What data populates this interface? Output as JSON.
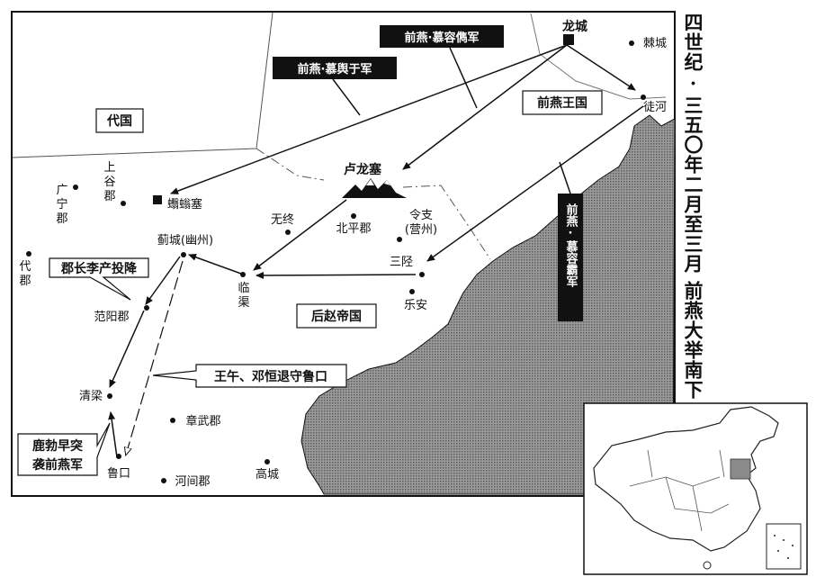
{
  "side_title": {
    "line1": "四世纪·三五〇年二月至三月",
    "line2": "前燕大举南下"
  },
  "regions": {
    "dai": "代国",
    "qianyan": "前燕王国",
    "houzhao": "后赵帝国"
  },
  "places": {
    "longcheng": "龙城",
    "jicheng": "棘城",
    "tuhe": "徒河",
    "lulongsai": "卢龙塞",
    "shanggu_a": "上",
    "shanggu_b": "谷",
    "shanggu_c": "郡",
    "guangning_a": "广",
    "guangning_b": "宁",
    "guangning_c": "郡",
    "daijun_a": "代",
    "daijun_b": "郡",
    "wenyu": "蠮螉塞",
    "wuzhong": "无终",
    "beiping": "北平郡",
    "lingzhi_a": "令支",
    "lingzhi_b": "(营州)",
    "jicheng_yz": "蓟城(幽州)",
    "sanxing": "三陉",
    "linqu_a": "临",
    "linqu_b": "渠",
    "lean": "乐安",
    "fanyang": "范阳郡",
    "qingliang": "清梁",
    "zhangwu": "章武郡",
    "lukou": "鲁口",
    "hejian": "河间郡",
    "gaocheng": "高城"
  },
  "army_labels": {
    "murong_jun": "前燕·慕容儁军",
    "muyu_gan": "前燕·慕舆于军",
    "murong_ba": "前燕·慕容霸军"
  },
  "callouts": {
    "lichan": "郡长李产投降",
    "wangwu": "王午、邓恒退守鲁口",
    "lubo_a": "鹿勃早突",
    "lubo_b": "袭前燕军"
  },
  "colors": {
    "sea_pattern": "#7a7a7a",
    "label_bg": "#111111",
    "inset_highlight": "#8a8a8a"
  }
}
